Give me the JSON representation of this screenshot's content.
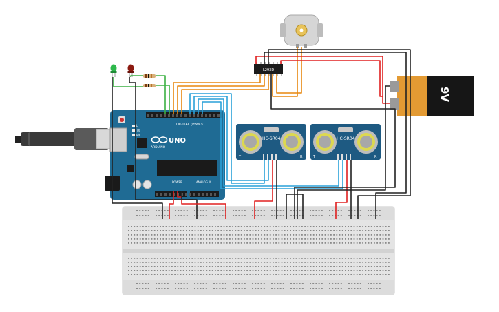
{
  "arduino": {
    "brand": "ARDUINO",
    "model": "UNO",
    "digital_header": "DIGITAL (PWM~)",
    "power_header": "POWER",
    "analog_header": "ANALOG IN",
    "label_tx": "TX",
    "label_rx": "RX",
    "label_l": "L"
  },
  "motor_driver": {
    "label": "L293D"
  },
  "battery": {
    "label": "9V"
  },
  "sensors": [
    {
      "label": "HC-SR04",
      "trig": "T",
      "echo": "R"
    },
    {
      "label": "HC-SR04",
      "trig": "T",
      "echo": "R"
    }
  ],
  "leds": [
    {
      "name": "green-led",
      "color": "#2db84b"
    },
    {
      "name": "red-led",
      "color": "#8c1a10"
    }
  ],
  "colors": {
    "wire_red": "#e02020",
    "wire_black": "#222222",
    "wire_orange": "#e8870e",
    "wire_blue": "#2aa1d8",
    "wire_green": "#3cb043",
    "board_blue": "#1f6b94",
    "sensor_blue": "#1e5a82",
    "battery_orange": "#e39a33"
  }
}
